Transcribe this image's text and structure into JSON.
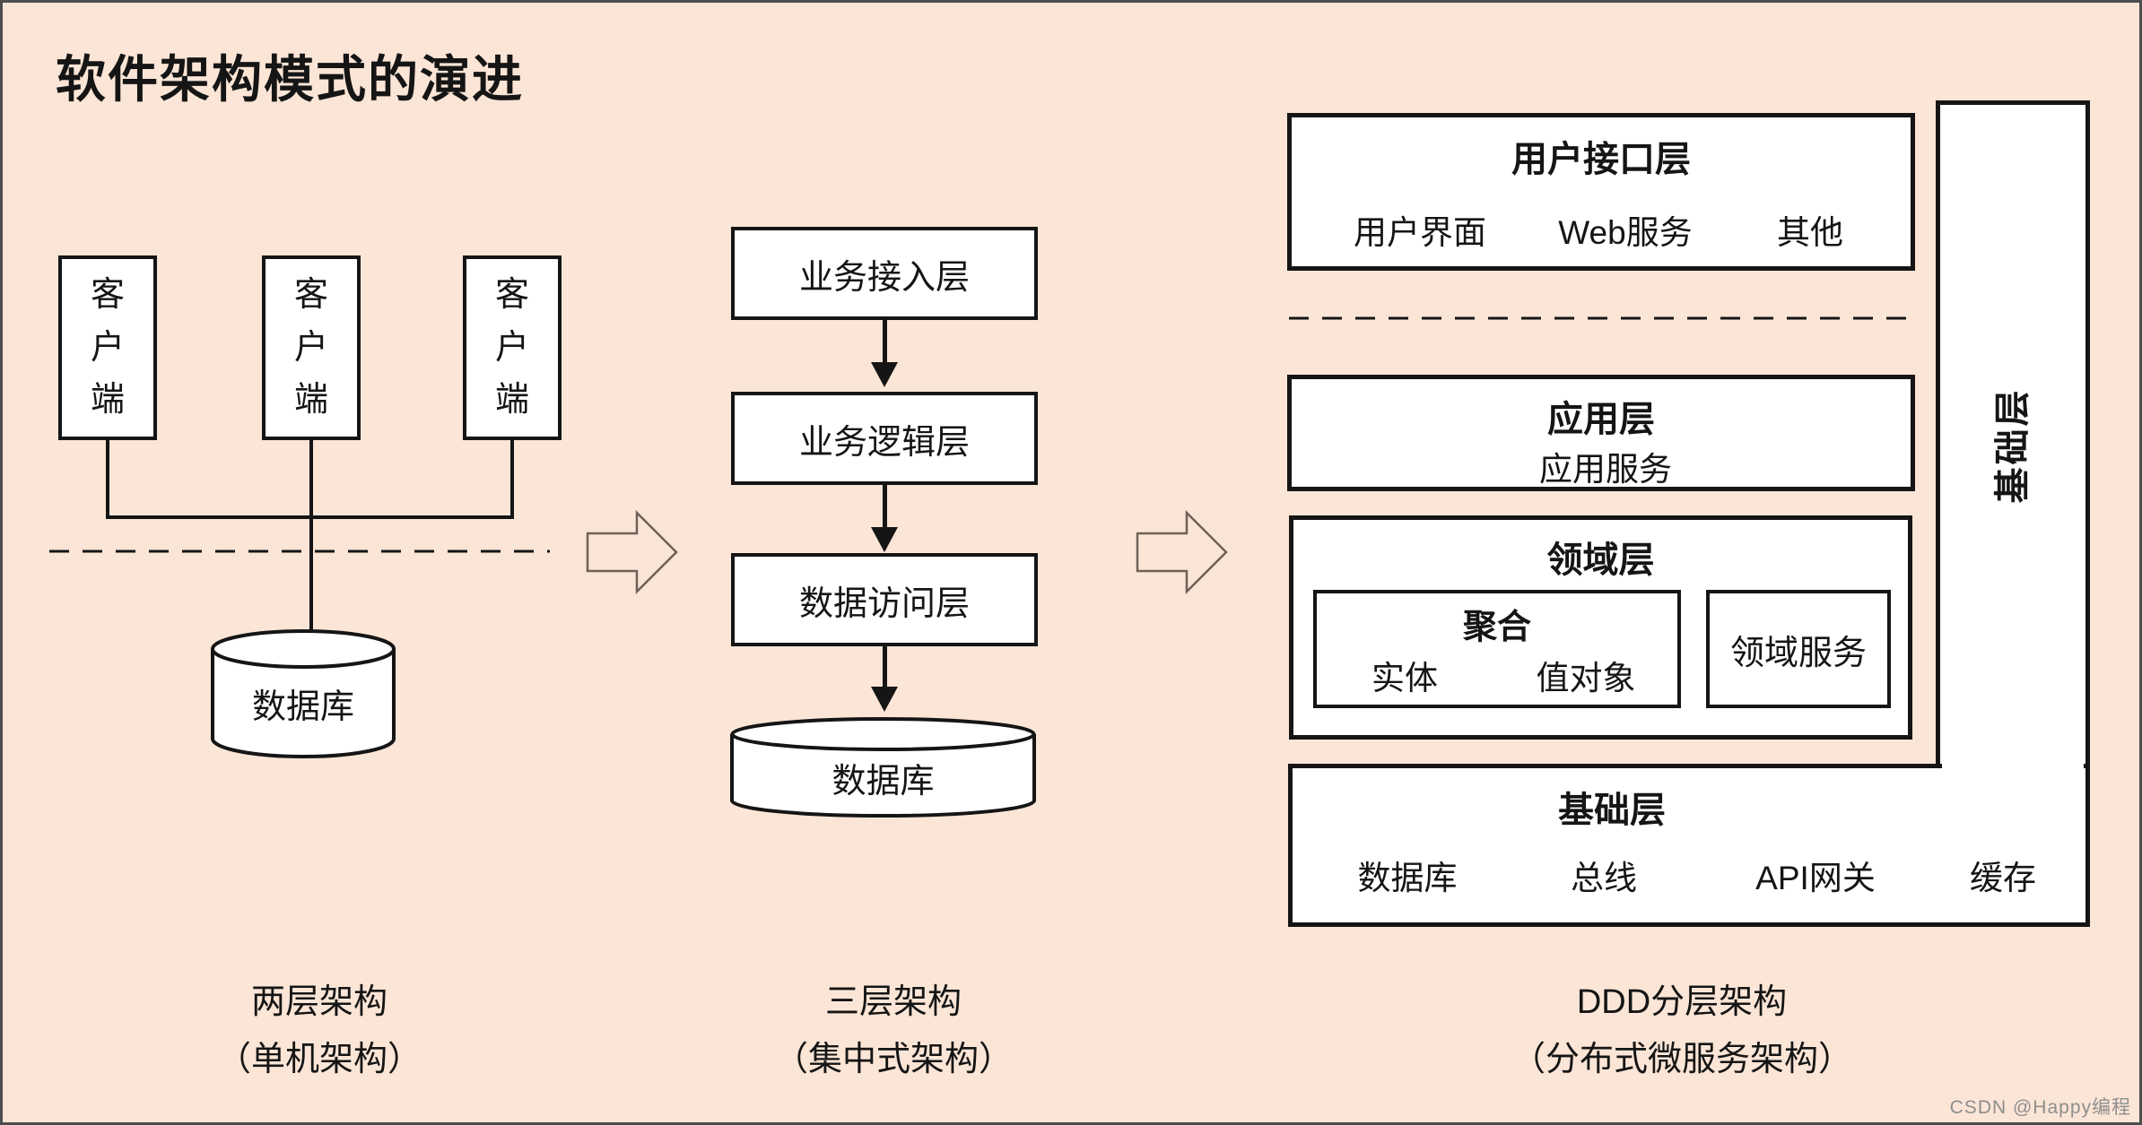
{
  "title": "软件架构模式的演进",
  "watermark": "CSDN @Happy编程",
  "colors": {
    "background": "#fbe5d6",
    "box_fill": "#ffffff",
    "line": "#151515",
    "hollow_arrow_outline": "#6e6159",
    "watermark_text": "#8e8e8e"
  },
  "left": {
    "clients": [
      "客户端",
      "客户端",
      "客户端"
    ],
    "database": "数据库",
    "caption_line1": "两层架构",
    "caption_line2": "（单机架构）"
  },
  "middle": {
    "layers": [
      "业务接入层",
      "业务逻辑层",
      "数据访问层"
    ],
    "database": "数据库",
    "caption_line1": "三层架构",
    "caption_line2": "（集中式架构）"
  },
  "right": {
    "ui_layer": {
      "title": "用户接口层",
      "items": [
        "用户界面",
        "Web服务",
        "其他"
      ]
    },
    "app_layer": {
      "title": "应用层",
      "items": [
        "应用服务"
      ]
    },
    "domain_layer": {
      "title": "领域层",
      "aggregate": {
        "title": "聚合",
        "items": [
          "实体",
          "值对象"
        ]
      },
      "domain_service": "领域服务"
    },
    "infra_vertical": "基础层",
    "infra_layer": {
      "title": "基础层",
      "items": [
        "数据库",
        "总线",
        "API网关",
        "缓存"
      ]
    },
    "caption_line1": "DDD分层架构",
    "caption_line2": "（分布式微服务架构）"
  }
}
